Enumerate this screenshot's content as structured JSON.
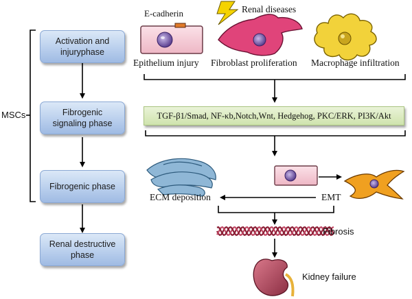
{
  "phases": {
    "activation": "Activation and injuryphase",
    "signaling": "Fibrogenic signaling phase",
    "fibrogenic": "Fibrogenic phase",
    "destructive": "Renal destructive phase"
  },
  "msc_label": "MSCs",
  "top": {
    "renal_diseases": "Renal diseases",
    "ecadherin": "E-cadherin",
    "epithelium": "Epithelium injury",
    "fibroblast": "Fibroblast proliferation",
    "macrophage": "Macrophage infiltration"
  },
  "pathways": "TGF-β1/Smad, NF-κb,Notch,Wnt, Hedgehog, PKC/ERK, PI3K/Akt",
  "middle": {
    "ecm": "ECM deposition",
    "emt": "EMT"
  },
  "bottom": {
    "fibrosis": "Fibrosis",
    "kidney_failure": "Kidney failure"
  },
  "colors": {
    "phase_box": "#b7cdec",
    "pathway_box": "#cfe3ad",
    "cell_pink": "#f4c9d3",
    "fibroblast_pink": "#e0447a",
    "macrophage_yellow": "#f2d23a",
    "ecm_blue": "#8fb7d6",
    "emt_orange": "#f0a020",
    "fibrosis_red": "#b0304a",
    "kidney": "#b44a5e",
    "lightning": "#f5d300"
  }
}
